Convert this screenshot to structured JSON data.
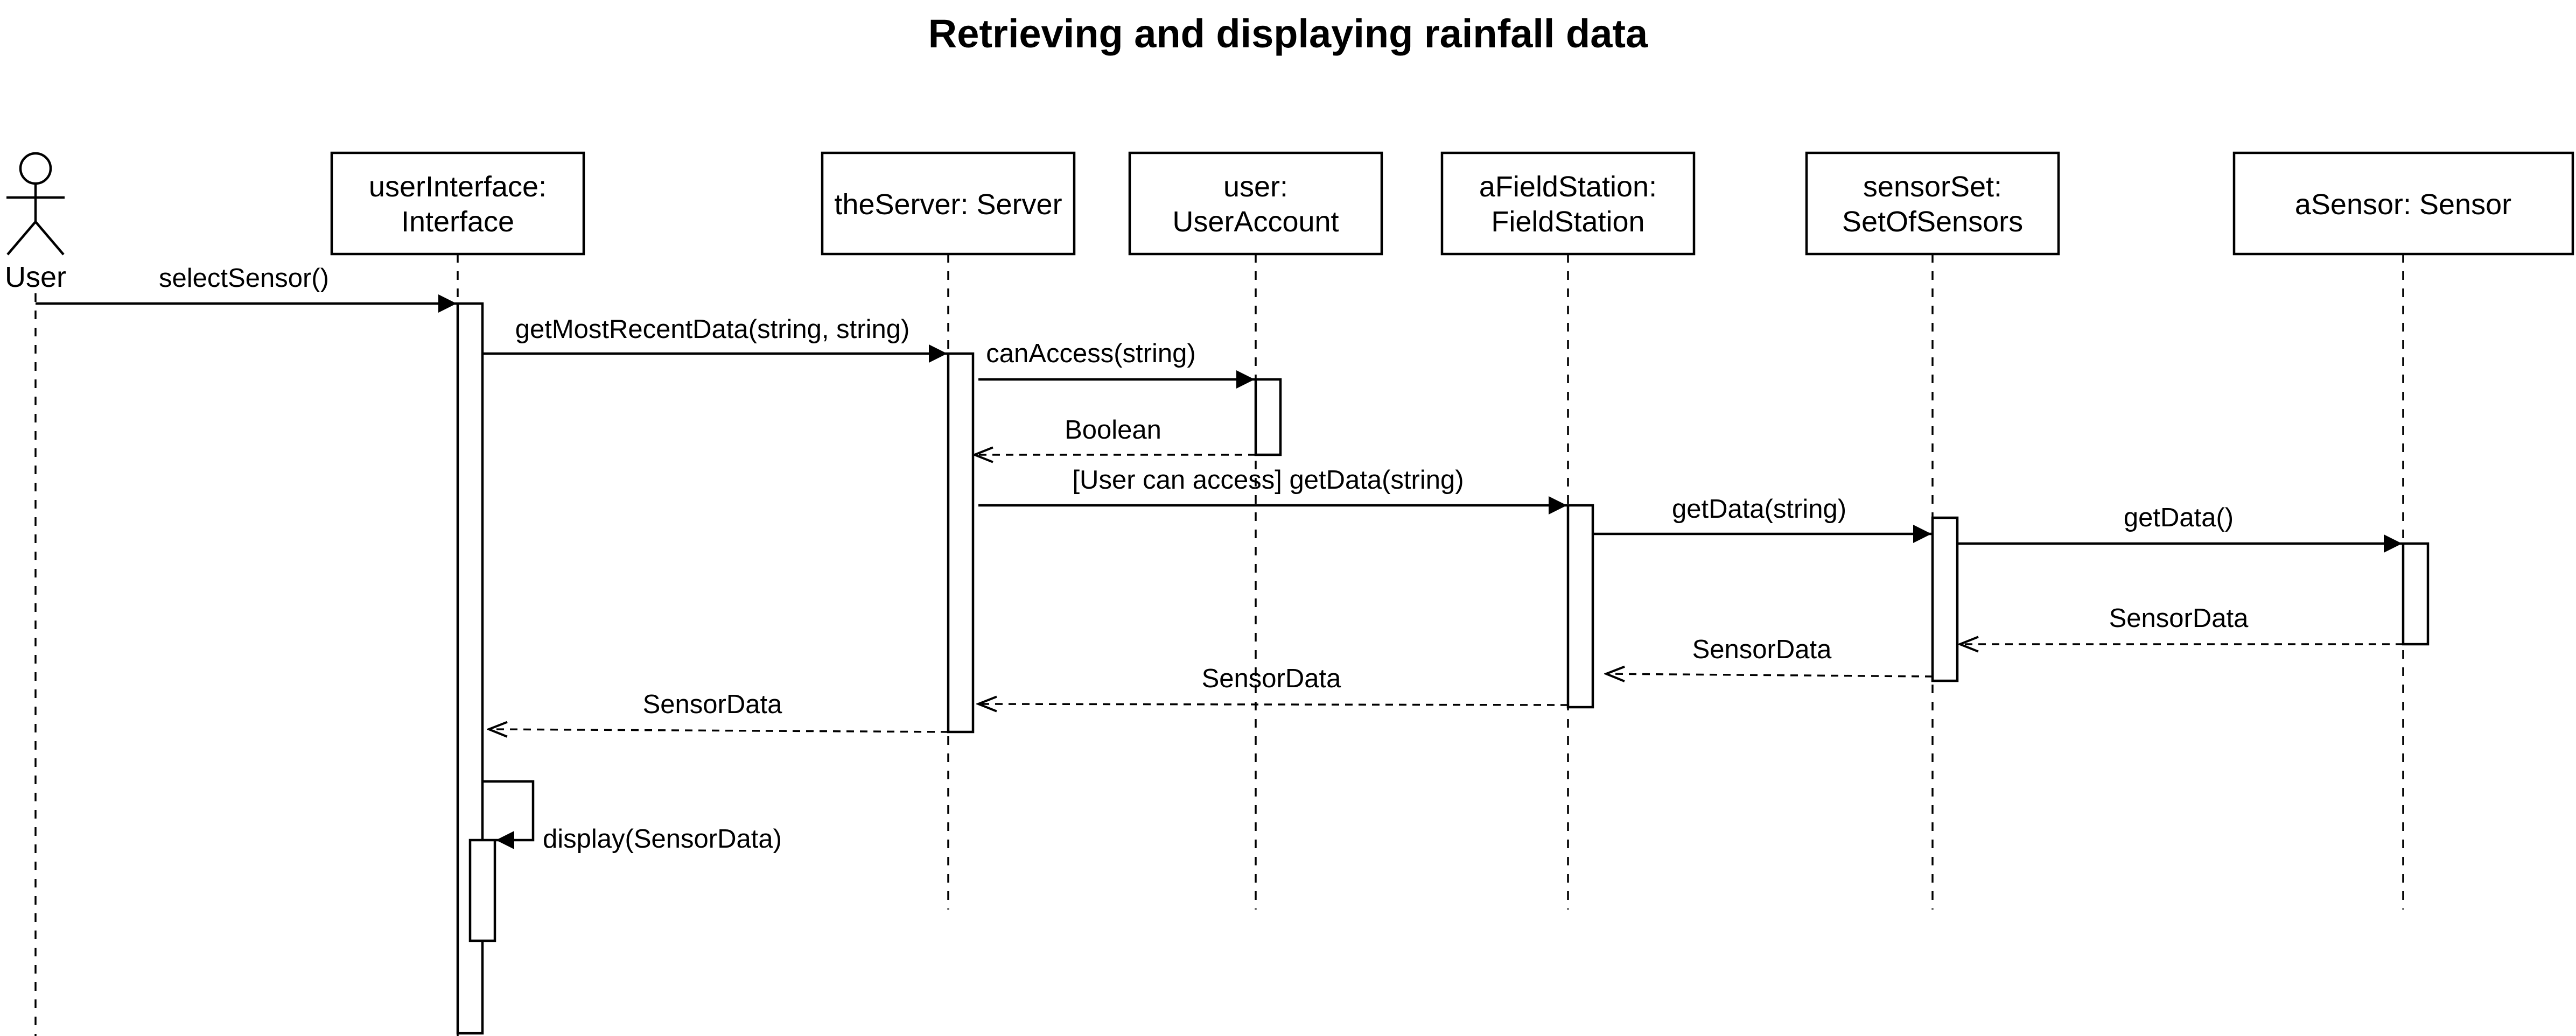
{
  "title": "Retrieving and displaying rainfall data",
  "actor": {
    "label": "User",
    "icon": "stick-figure-icon"
  },
  "participants": [
    {
      "id": "ui",
      "lines": [
        "userInterface:",
        "Interface"
      ]
    },
    {
      "id": "server",
      "lines": [
        "theServer: Server"
      ]
    },
    {
      "id": "account",
      "lines": [
        "user:",
        "UserAccount"
      ]
    },
    {
      "id": "station",
      "lines": [
        "aFieldStation:",
        "FieldStation"
      ]
    },
    {
      "id": "sensorset",
      "lines": [
        "sensorSet:",
        "SetOfSensors"
      ]
    },
    {
      "id": "sensor",
      "lines": [
        "aSensor: Sensor"
      ]
    }
  ],
  "messages": [
    {
      "from": "user",
      "to": "ui",
      "label": "selectSensor()",
      "kind": "call"
    },
    {
      "from": "ui",
      "to": "server",
      "label": "getMostRecentData(string, string)",
      "kind": "call"
    },
    {
      "from": "server",
      "to": "account",
      "label": "canAccess(string)",
      "kind": "call"
    },
    {
      "from": "account",
      "to": "server",
      "label": "Boolean",
      "kind": "return"
    },
    {
      "from": "server",
      "to": "station",
      "label": "[User can access] getData(string)",
      "kind": "call"
    },
    {
      "from": "station",
      "to": "sensorset",
      "label": "getData(string)",
      "kind": "call"
    },
    {
      "from": "sensorset",
      "to": "sensor",
      "label": "getData()",
      "kind": "call"
    },
    {
      "from": "sensor",
      "to": "sensorset",
      "label": "SensorData",
      "kind": "return"
    },
    {
      "from": "sensorset",
      "to": "station",
      "label": "SensorData",
      "kind": "return"
    },
    {
      "from": "station",
      "to": "server",
      "label": "SensorData",
      "kind": "return"
    },
    {
      "from": "server",
      "to": "ui",
      "label": "SensorData",
      "kind": "return"
    },
    {
      "from": "ui",
      "to": "ui",
      "label": "display(SensorData)",
      "kind": "self"
    }
  ]
}
